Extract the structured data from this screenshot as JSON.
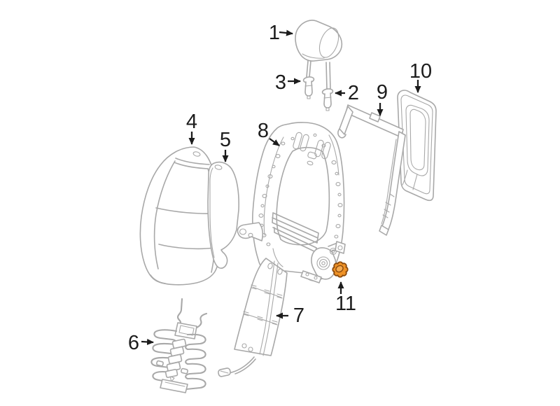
{
  "diagram": {
    "description": "Exploded parts diagram of a vehicle seat back",
    "colors": {
      "background": "#ffffff",
      "line": "#a8a8a8",
      "label": "#1c1c1c",
      "highlightFill": "#ef9226",
      "highlightStroke": "#8a4a0e",
      "highlightInner": "#f4ab52"
    },
    "callouts": [
      {
        "label": "1",
        "part": "headrest"
      },
      {
        "label": "2",
        "part": "headrest-guide-right"
      },
      {
        "label": "3",
        "part": "headrest-guide-left"
      },
      {
        "label": "4",
        "part": "seat-back-cover"
      },
      {
        "label": "5",
        "part": "side-bolster-cover"
      },
      {
        "label": "6",
        "part": "lumbar-support"
      },
      {
        "label": "7",
        "part": "heater-pad"
      },
      {
        "label": "8",
        "part": "seat-back-frame"
      },
      {
        "label": "9",
        "part": "trim-frame"
      },
      {
        "label": "10",
        "part": "back-panel"
      },
      {
        "label": "11",
        "part": "recliner-knob-highlighted"
      }
    ]
  }
}
